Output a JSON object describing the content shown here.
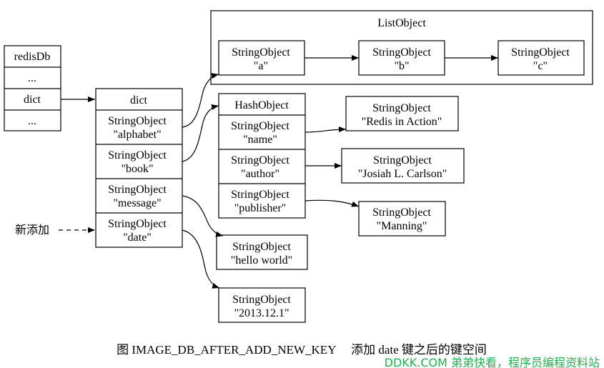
{
  "redisdb": {
    "title": "redisDb",
    "row1": "...",
    "row2": "dict",
    "row3": "..."
  },
  "dict": {
    "title": "dict",
    "alphabet": [
      "StringObject",
      "\"alphabet\""
    ],
    "book": [
      "StringObject",
      "\"book\""
    ],
    "message": [
      "StringObject",
      "\"message\""
    ],
    "date": [
      "StringObject",
      "\"date\""
    ]
  },
  "list_object": {
    "title": "ListObject",
    "a": [
      "StringObject",
      "\"a\""
    ],
    "b": [
      "StringObject",
      "\"b\""
    ],
    "c": [
      "StringObject",
      "\"c\""
    ]
  },
  "hash_object": {
    "title": "HashObject",
    "name": [
      "StringObject",
      "\"name\""
    ],
    "author": [
      "StringObject",
      "\"author\""
    ],
    "publisher": [
      "StringObject",
      "\"publisher\""
    ]
  },
  "values": {
    "redis_in_action": [
      "StringObject",
      "\"Redis in Action\""
    ],
    "josiah": [
      "StringObject",
      "\"Josiah L. Carlson\""
    ],
    "manning": [
      "StringObject",
      "\"Manning\""
    ],
    "hello_world": [
      "StringObject",
      "\"hello world\""
    ],
    "date_value": [
      "StringObject",
      "\"2013.12.1\""
    ]
  },
  "new_label": "新添加",
  "caption": "图 IMAGE_DB_AFTER_ADD_NEW_KEY　 添加 date 键之后的键空间",
  "watermark": "DDKK.COM 弟弟快看，程序员编程资料站",
  "colors": {
    "stroke": "#000000",
    "background": "#ffffff",
    "watermark": "#22b14c"
  }
}
